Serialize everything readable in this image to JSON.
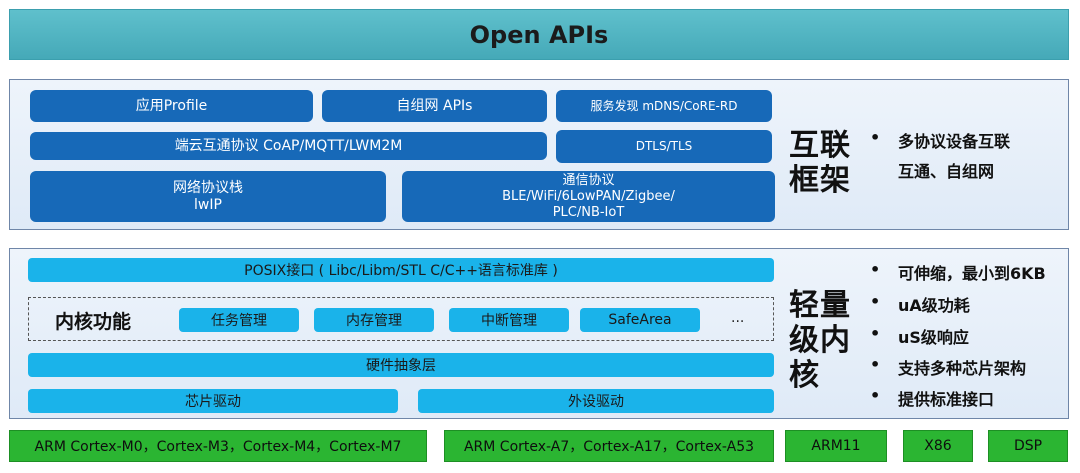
{
  "header": {
    "title": "Open APIs"
  },
  "interconnect": {
    "app_profile": "应用Profile",
    "mesh_apis": "自组网 APIs",
    "service_discovery": "服务发现 mDNS/CoRE-RD",
    "cloud_protocols": "端云互通协议 CoAP/MQTT/LWM2M",
    "dtls": "DTLS/TLS",
    "net_stack_line1": "网络协议栈",
    "net_stack_line2": "lwIP",
    "comm_line1": "通信协议",
    "comm_line2": "BLE/WiFi/6LowPAN/Zigbee/",
    "comm_line3": "PLC/NB-IoT",
    "side_title": "互联框架",
    "bullets": [
      "多协议设备互联",
      "互通、自组网"
    ]
  },
  "kernel": {
    "posix": "POSIX接口 ( Libc/Libm/STL C/C++语言标准库 )",
    "core_label": "内核功能",
    "features": [
      "任务管理",
      "内存管理",
      "中断管理",
      "SafeArea"
    ],
    "ellipsis": "...",
    "hal": "硬件抽象层",
    "chip_driver": "芯片驱动",
    "peripheral_driver": "外设驱动",
    "side_title": "轻量级内核",
    "bullets": [
      "可伸缩，最小到6KB",
      "uA级功耗",
      "uS级响应",
      "支持多种芯片架构",
      "提供标准接口"
    ]
  },
  "bullet_symbol": "•",
  "platforms": [
    "ARM Cortex-M0，Cortex-M3，Cortex-M4，Cortex-M7",
    "ARM Cortex-A7，Cortex-A17，Cortex-A53",
    "ARM11",
    "X86",
    "DSP"
  ]
}
